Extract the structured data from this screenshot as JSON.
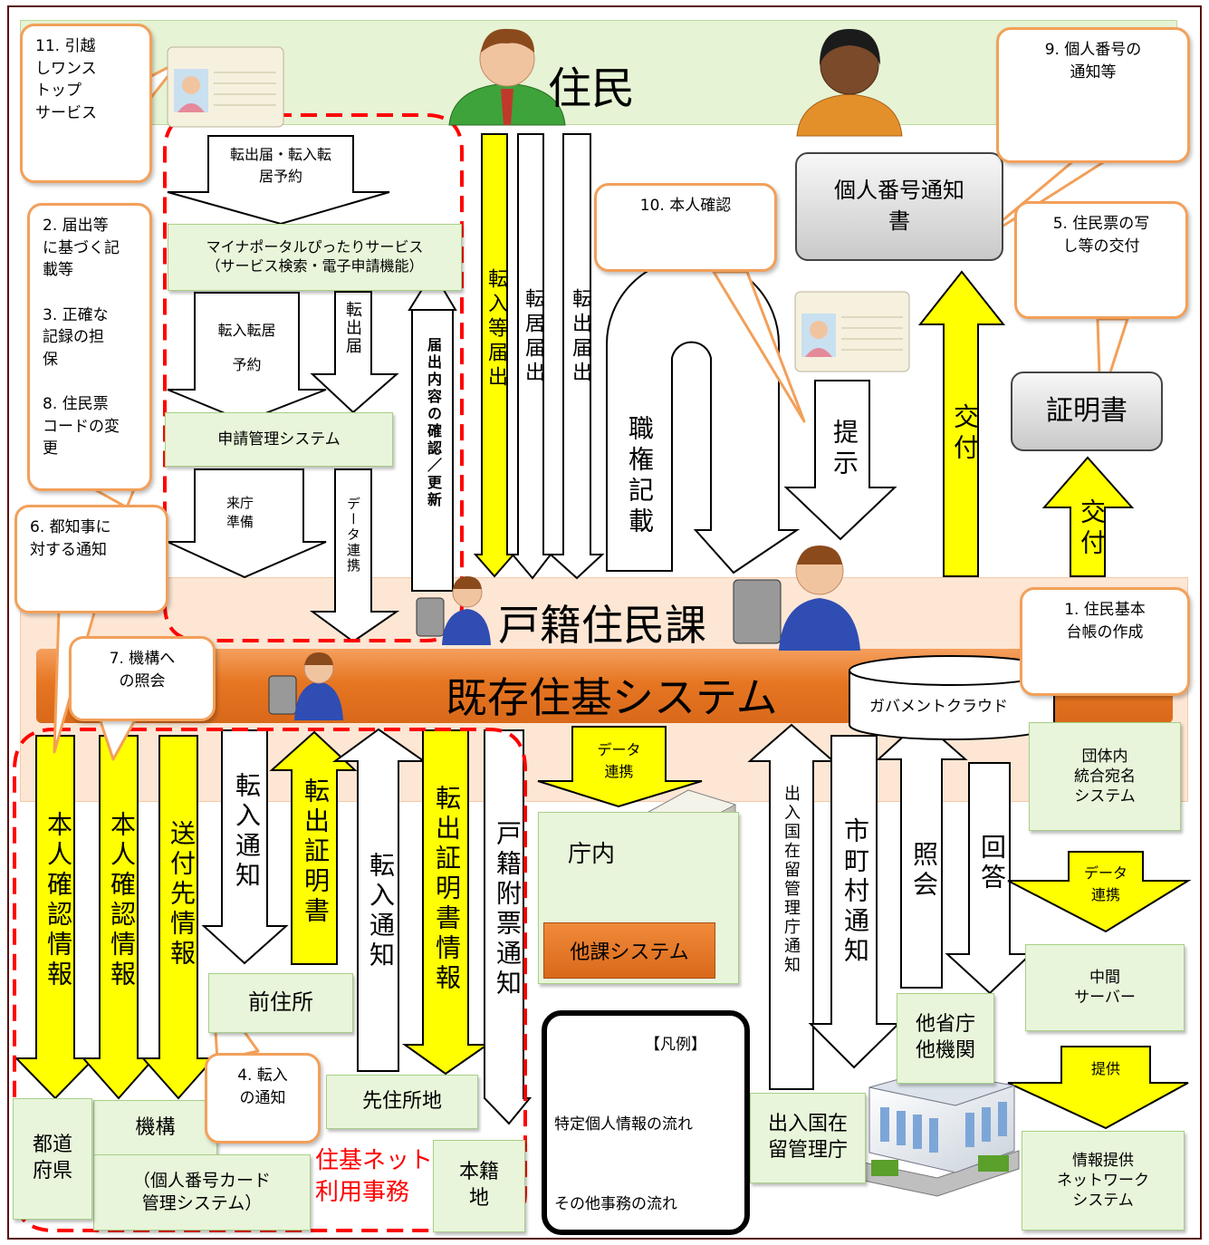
{
  "colors": {
    "specific_flow": "#ffff00",
    "other_flow": "#ffffff",
    "callout_border": "#f2a05a",
    "kizon_band": "#e67622",
    "jukinet_dash": "#ff0000",
    "green_box": "#e8f5da"
  },
  "headers": {
    "jumin": "住民",
    "koseki": "戸籍住民課",
    "kizon": "既存住基システム",
    "gov_cloud": "ガバメントクラウド",
    "jukinet": "住基ネット\n利用事務"
  },
  "callouts": {
    "c11": "11. 引越\nしワンス\nトップ\nサービス",
    "c2": "2. 届出等\nに基づく記\n載等",
    "c3": "3. 正確な\n記録の担\n保",
    "c8": "8. 住民票\nコードの変\n更",
    "c6": "6. 都知事に\n対する通知",
    "c7": "7. 機構へ\nの照会",
    "c4": "4. 転入\nの通知",
    "c10": "10. 本人確認",
    "c9": "9. 個人番号の\n通知等",
    "c5": "5. 住民票の写\nし等の交付",
    "c1": "1. 住民基本\n台帳の作成"
  },
  "boxes": {
    "mynaportal": "マイナポータルぴったりサービス\n（サービス検索・電子申請機能）",
    "shinsei": "申請管理システム",
    "kojin_tsuchi": "個人番号通知\n書",
    "shomeisho": "証明書",
    "dantai": "団体内\n統合宛名\nシステム",
    "chukan": "中間\nサーバー",
    "tacho": "他省庁\n他機関",
    "jouhou_net": "情報提供\nネットワーク\nシステム",
    "nyukan": "出入国在\n留管理庁",
    "honseki": "本籍\n地",
    "sakijusho": "先住所地",
    "maejusho": "前住所",
    "kikou": "機構",
    "kikou_sys": "（個人番号カード\n管理システム）",
    "todofuken": "都道\n府県",
    "chonai": "庁内",
    "taka": "他課システム"
  },
  "arrows": {
    "tenshutsu_yoyaku": "転出届・転入転\n居予約",
    "tennyu_yoyaku_1": "転入転居",
    "tennyu_yoyaku_2": "予約",
    "tenshutsu_todoke": "転出届",
    "raicho": "来庁\n準備",
    "data_renkei_v": "データ連携",
    "todokede_kakunin": "届出内容の確認／更新",
    "tennyu_todoke": "転入等届出",
    "tenkyo_todoke": "転居届出",
    "tenshutsu_todoke2": "転出届出",
    "shokken": "職権記載",
    "teiji": "提示",
    "kofu1": "交付",
    "kofu2": "交付",
    "data_renkei_h1": "データ\n連携",
    "data_renkei_h2": "データ\n連携",
    "teikyo": "提供",
    "honnin1": "本人確認情報",
    "honnin2": "本人確認情報",
    "sofusaki": "送付先情報",
    "tennyu_tsuchi": "転入通知",
    "tenshutsu_shomei": "転出証明書",
    "tennyu_tsuchi2": "転入通知",
    "tenshutsu_shomei_jouhou": "転出証明書情報",
    "koseki_fuhyo": "戸籍附票通知",
    "nyukan_tsuchi": "出入国在留管理庁通知",
    "shichoson": "市町村通知",
    "shokai": "照会",
    "kaito": "回答"
  },
  "legend": {
    "title": "【凡例】",
    "specific": "特定個人情報の流れ",
    "other": "その他事務の流れ"
  }
}
